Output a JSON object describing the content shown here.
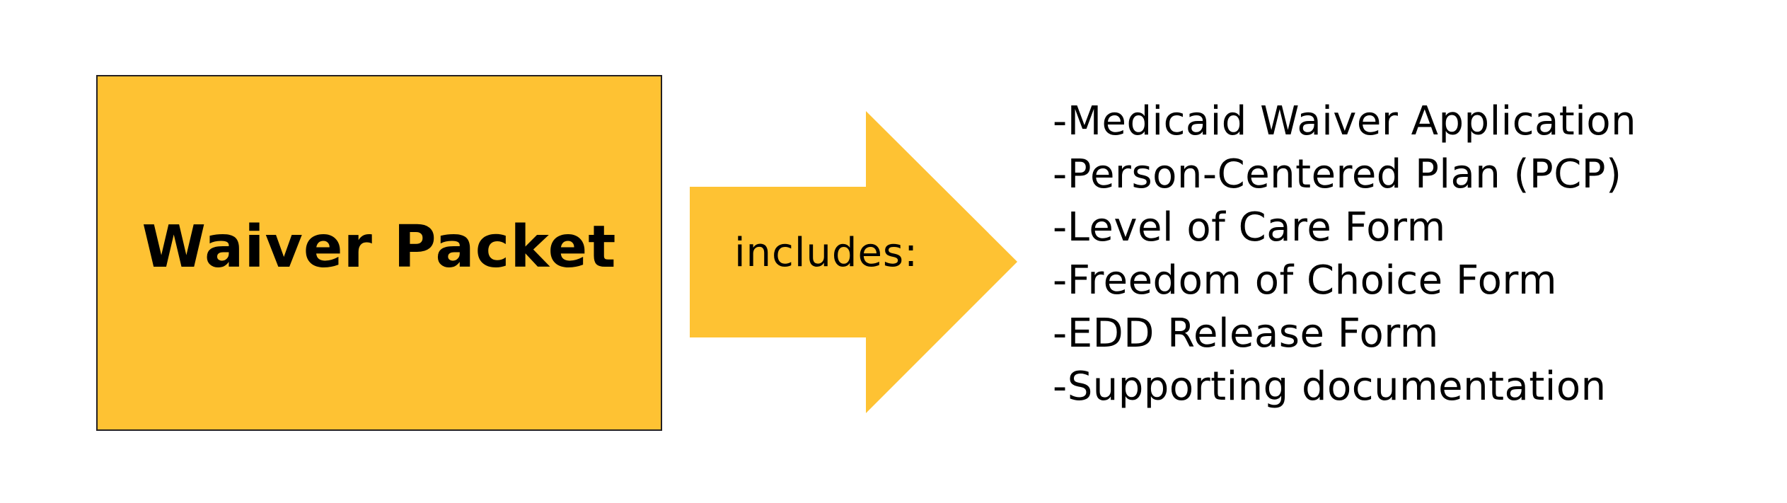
{
  "colors": {
    "accent_fill": "#FEC233",
    "box_border": "#231F20",
    "text": "#000000",
    "background": "#FFFFFF"
  },
  "packet": {
    "title": "Waiver Packet"
  },
  "arrow": {
    "label": "includes:",
    "icon": "right-arrow-icon"
  },
  "items": [
    {
      "label": "-Medicaid Waiver Application"
    },
    {
      "label": "-Person-Centered Plan (PCP)"
    },
    {
      "label": "-Level of Care Form"
    },
    {
      "label": "-Freedom of Choice Form"
    },
    {
      "label": "-EDD Release Form"
    },
    {
      "label": "-Supporting documentation"
    }
  ]
}
